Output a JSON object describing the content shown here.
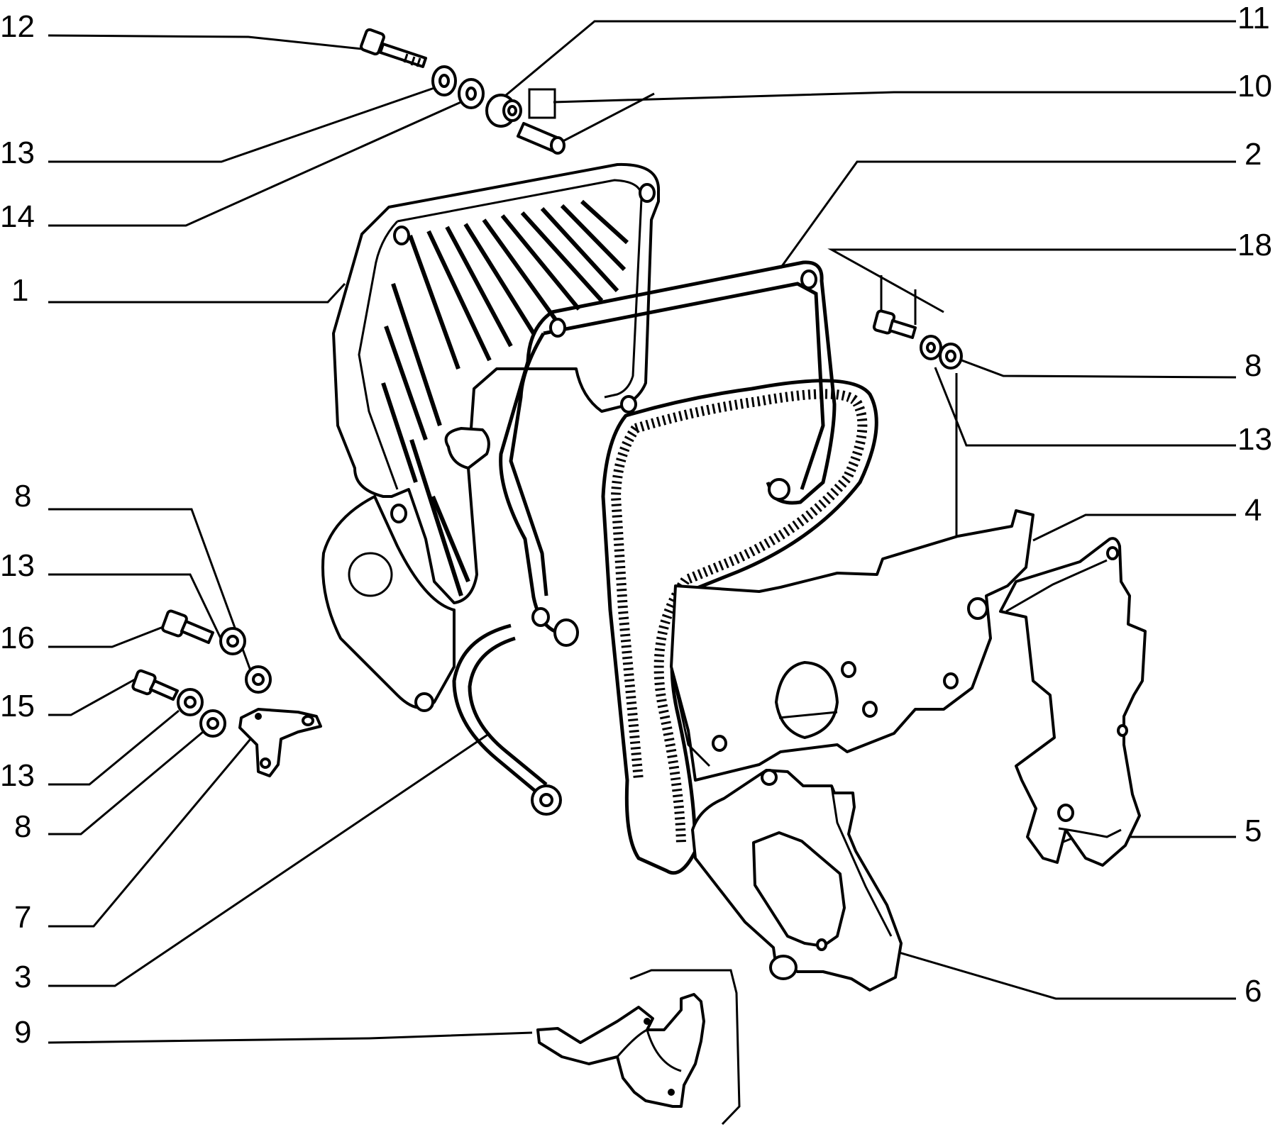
{
  "diagram": {
    "callouts": {
      "c12": "12",
      "c11": "11",
      "c10": "10",
      "c13a": "13",
      "c14": "14",
      "c2": "2",
      "c18": "18",
      "c1": "1",
      "c8a": "8",
      "c13b": "13",
      "c4": "4",
      "c8b": "8",
      "c13c": "13",
      "c16": "16",
      "c15": "15",
      "c13d": "13",
      "c8c": "8",
      "c5": "5",
      "c7": "7",
      "c3": "3",
      "c6": "6",
      "c9": "9"
    }
  }
}
